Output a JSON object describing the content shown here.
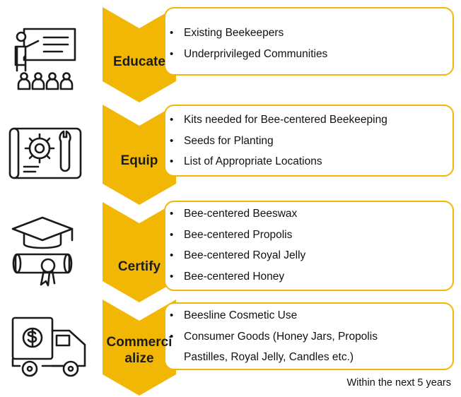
{
  "stages": [
    {
      "label": "Educate",
      "icon": "presentation-teacher-icon",
      "items": [
        "Existing Beekeepers",
        "Underprivileged Communities"
      ]
    },
    {
      "label": "Equip",
      "icon": "blueprint-gear-wrench-icon",
      "items": [
        "Kits needed for Bee-centered Beekeeping",
        "Seeds for Planting",
        "List of Appropriate Locations"
      ]
    },
    {
      "label": "Certify",
      "icon": "graduation-cap-diploma-icon",
      "items": [
        "Bee-centered Beeswax",
        "Bee-centered Propolis",
        "Bee-centered Royal Jelly",
        "Bee-centered Honey"
      ]
    },
    {
      "label_line1": "Commerci",
      "label_line2": "alize",
      "icon": "delivery-truck-dollar-icon",
      "items": [
        "Beesline Cosmetic Use",
        "Consumer Goods (Honey Jars, Propolis",
        "Pastilles, Royal Jelly, Candles etc.)"
      ]
    }
  ],
  "footnote": "Within the next 5 years",
  "colors": {
    "accent": "#f2b705",
    "icon": "#1a1a1a"
  }
}
